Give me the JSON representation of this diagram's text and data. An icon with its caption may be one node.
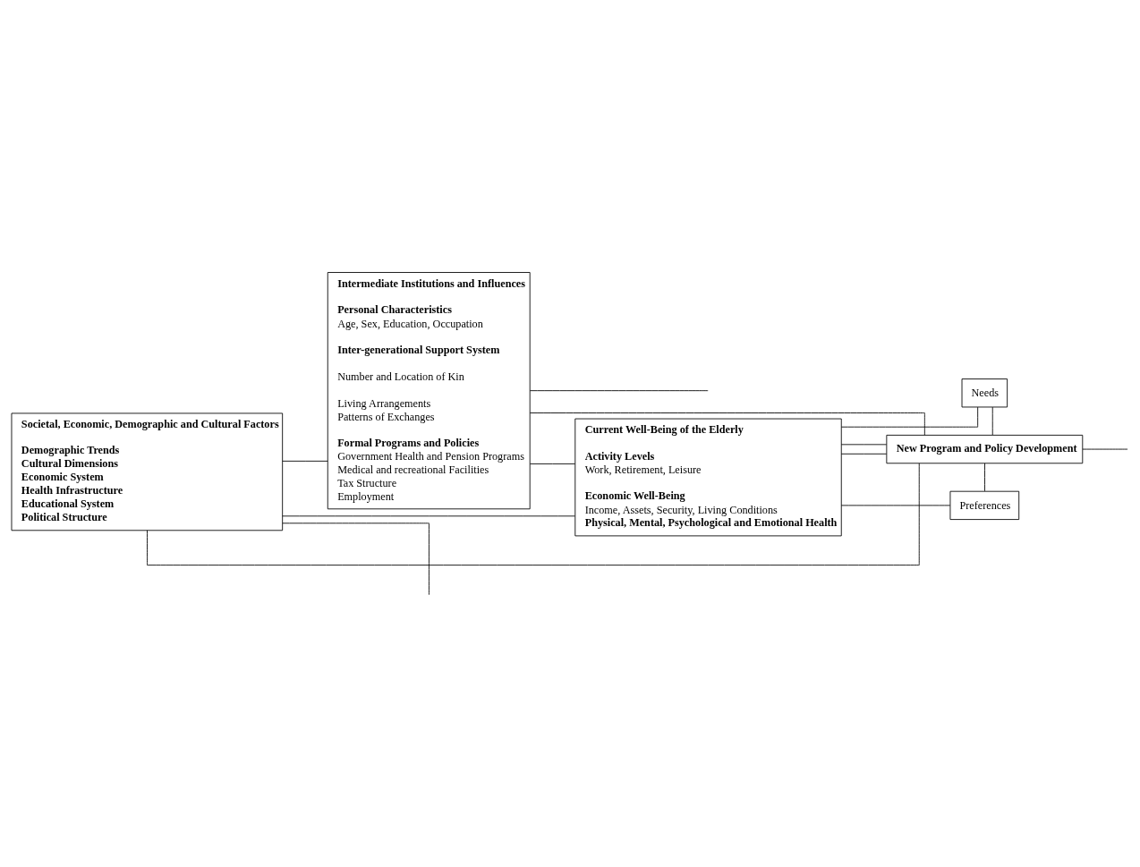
{
  "diagram": {
    "nodes": [
      {
        "text": [
          "Societal, Economic, Demographic and Cultural Factors",
          "Demographic Trends",
          "Cultural Dimensions",
          "Economic System",
          "Health Infrastructure",
          "Educational System",
          "Political Structure"
        ]
      },
      {
        "text": [
          "Intermediate Institutions and Influences",
          "Personal Characteristics",
          "Age, Sex, Education, Occupation",
          "Inter-generational Support System",
          "Number and Location of Kin",
          "Living Arrangements",
          "Patterns of Exchanges",
          "Formal Programs and Policies",
          "Government Health and Pension Programs",
          "Medical and recreational Facilities",
          "Tax Structure",
          "Employment"
        ]
      },
      {
        "text": [
          "Current Well-Being of the Elderly",
          "Activity Levels",
          "Work, Retirement, Leisure",
          "Economic Well-Being",
          "Income, Assets, Security, Living Conditions",
          "Physical, Mental, Psychological and Emotional Health"
        ]
      },
      {
        "text": [
          "Needs"
        ]
      },
      {
        "text": [
          "New Program and Policy Development"
        ]
      },
      {
        "text": [
          "Preferences"
        ]
      }
    ],
    "edges": [
      {
        "from": 0,
        "to": 1,
        "arrow": "none"
      },
      {
        "from": 1,
        "to": 2,
        "arrow": "none"
      },
      {
        "from": 2,
        "to": 3,
        "arrow": "none"
      },
      {
        "from": 2,
        "to": 4,
        "arrow": "none"
      },
      {
        "from": 2,
        "to": 5,
        "arrow": "none"
      },
      {
        "from": 3,
        "to": 4,
        "arrow": "none"
      },
      {
        "from": 4,
        "to": 5,
        "arrow": "none"
      },
      {
        "from": 0,
        "to": 2,
        "arrow": "none"
      },
      {
        "from": 0,
        "to": 4,
        "arrow": "none"
      },
      {
        "from": 2,
        "to": 4,
        "arrow": "none"
      },
      {
        "from": 1,
        "to": 4,
        "arrow": "none"
      },
      {
        "from": 0,
        "to": null,
        "arrow": "none"
      },
      {
        "from": 1,
        "to": null,
        "arrow": "none"
      },
      {
        "from": 4,
        "to": null,
        "arrow": "none"
      }
    ]
  }
}
